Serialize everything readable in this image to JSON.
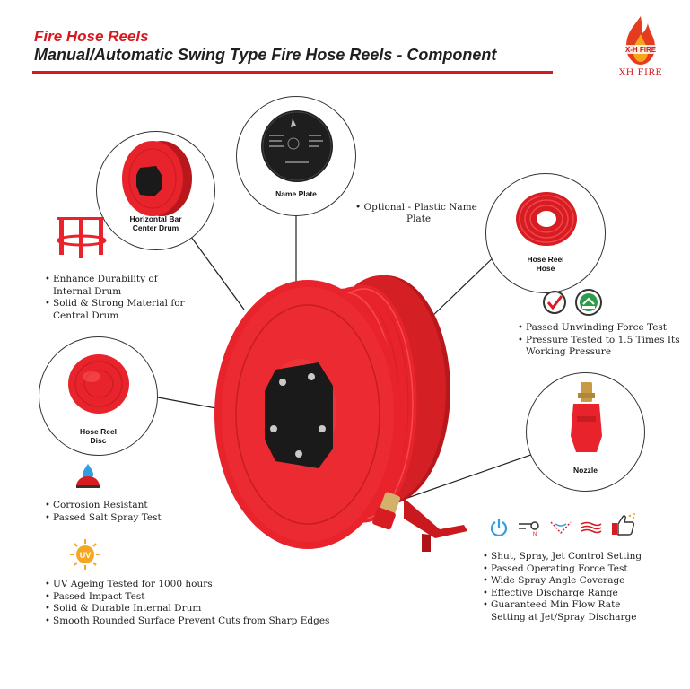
{
  "header": {
    "title": "Fire Hose Reels",
    "subtitle": "Manual/Automatic Swing Type Fire Hose Reels - Component"
  },
  "logo": {
    "emblem_text": "X-H FIRE",
    "brand_text": "XH FIRE"
  },
  "components": {
    "drum": {
      "label_line1": "Horizontal Bar",
      "label_line2": "Center Drum"
    },
    "name_plate": {
      "label": "Name Plate"
    },
    "hose": {
      "label_line1": "Hose Reel",
      "label_line2": "Hose"
    },
    "disc": {
      "label_line1": "Hose Reel",
      "label_line2": "Disc"
    },
    "nozzle": {
      "label": "Nozzle"
    }
  },
  "optional_note": {
    "prefix": "Optional -",
    "line1": "Plastic Name",
    "line2": "Plate"
  },
  "drum_features": [
    "Enhance Durability of",
    "Internal Drum",
    "Solid & Strong Material for",
    "Central Drum"
  ],
  "hose_features": [
    "Passed Unwinding Force Test",
    "Pressure Tested to 1.5 Times Its",
    "Working Pressure"
  ],
  "disc_features": [
    "Corrosion Resistant",
    "Passed Salt Spray Test"
  ],
  "uv_badge": "UV",
  "uv_features": [
    "UV Ageing Tested for 1000 hours",
    "Passed Impact Test",
    "Solid & Durable Internal Drum",
    "Smooth Rounded Surface Prevent Cuts from Sharp Edges"
  ],
  "nozzle_features": [
    "Shut, Spray, Jet Control Setting",
    "Passed Operating Force Test",
    "Wide Spray Angle Coverage",
    "Effective Discharge Range",
    "Guaranteed Min Flow Rate",
    "Setting at Jet/Spray Discharge"
  ],
  "colors": {
    "accent_red": "#d7191f",
    "reel_red": "#e8232b",
    "icon_blue": "#2f9fe0"
  }
}
